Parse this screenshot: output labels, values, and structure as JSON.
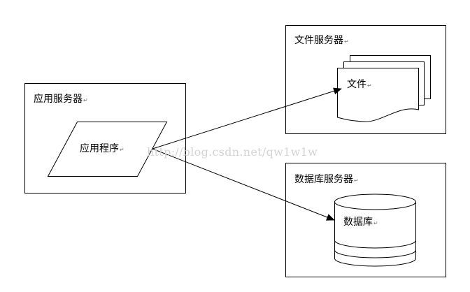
{
  "paragraph_mark": "↵",
  "app_server": {
    "title": "应用服务器",
    "program": "应用程序"
  },
  "file_server": {
    "title": "文件服务器",
    "document": "文件"
  },
  "db_server": {
    "title": "数据库服务器",
    "database": "数据库"
  },
  "watermark": "http://blog.csdn.net/qw1w1w",
  "colors": {
    "line": "#000000",
    "watermark": "#d3d3d3"
  }
}
